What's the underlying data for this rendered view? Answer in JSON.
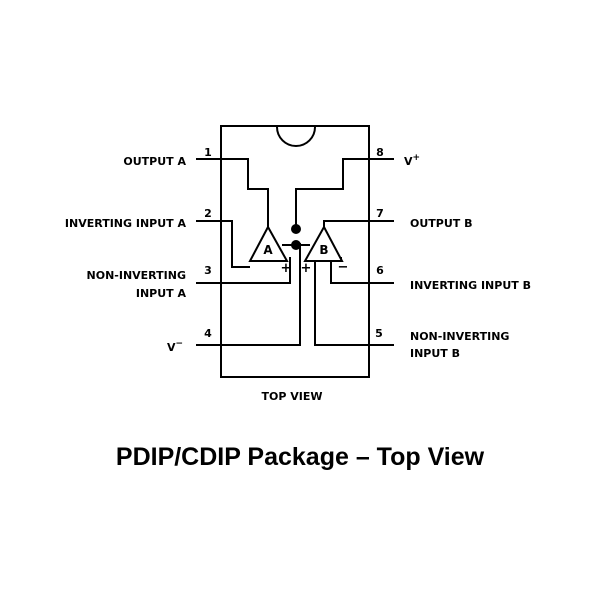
{
  "pins": [
    {
      "number": "1",
      "label": "OUTPUT A"
    },
    {
      "number": "2",
      "label": "INVERTING INPUT A"
    },
    {
      "number": "3",
      "label_line1": "NON-INVERTING",
      "label_line2": "INPUT A"
    },
    {
      "number": "4",
      "label": "V",
      "label_sup": "−"
    },
    {
      "number": "5",
      "label_line1": "NON-INVERTING",
      "label_line2": "INPUT B"
    },
    {
      "number": "6",
      "label": "INVERTING INPUT B"
    },
    {
      "number": "7",
      "label": "OUTPUT B"
    },
    {
      "number": "8",
      "label": "V",
      "label_sup": "+"
    }
  ],
  "amplifiers": [
    {
      "letter": "A",
      "minus": "−",
      "plus": "+"
    },
    {
      "letter": "B",
      "minus": "−",
      "plus": "+"
    }
  ],
  "view_label": "TOP VIEW",
  "caption": "PDIP/CDIP Package – Top View"
}
